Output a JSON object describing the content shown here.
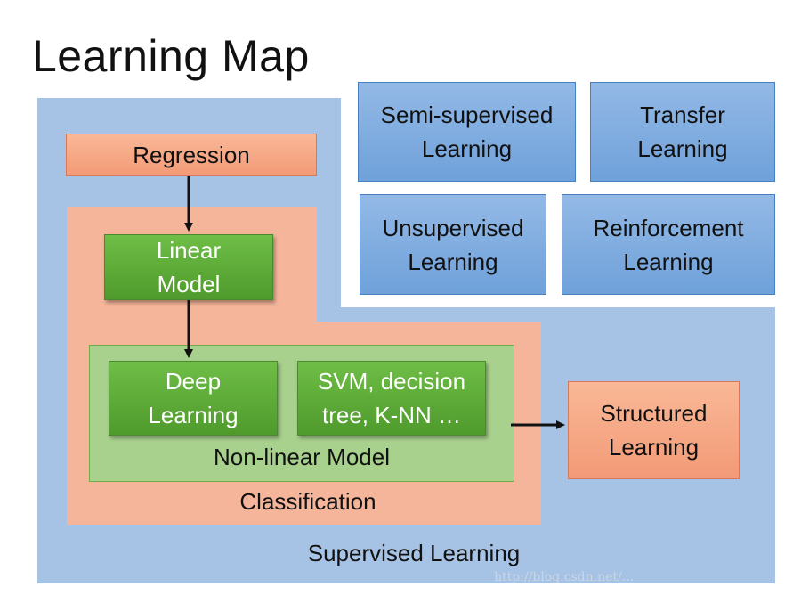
{
  "title": "Learning Map",
  "supervised_label": "Supervised Learning",
  "classification_label": "Classification",
  "nonlinear_label": "Non-linear Model",
  "boxes": {
    "regression": "Regression",
    "linear_model": "Linear\nModel",
    "deep_learning": "Deep\nLearning",
    "svm": "SVM, decision\ntree, K-NN …",
    "structured": "Structured\nLearning",
    "semi_supervised": "Semi-supervised\nLearning",
    "transfer": "Transfer\nLearning",
    "unsupervised": "Unsupervised\nLearning",
    "reinforcement": "Reinforcement\nLearning"
  },
  "watermark": "http://blog.csdn.net/...",
  "colors": {
    "supervised_region": "#a6c3e6",
    "classification_region": "#f5b59a",
    "nonlinear_region": "#a9d18e",
    "green_box": "#5aa936",
    "blue_box": "#7faade",
    "salmon_box": "#f6a583"
  }
}
